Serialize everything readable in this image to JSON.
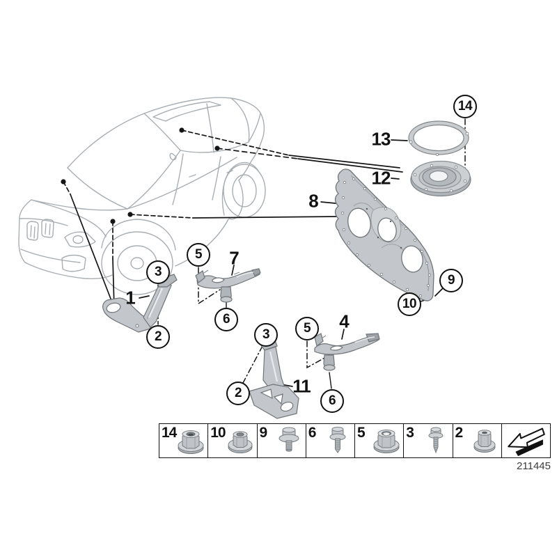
{
  "title": "Body bracket / sound insulation mounting parts diagram",
  "callouts": {
    "circled": [
      {
        "label": "3"
      },
      {
        "label": "2"
      },
      {
        "label": "5"
      },
      {
        "label": "6"
      },
      {
        "label": "3"
      },
      {
        "label": "2"
      },
      {
        "label": "5"
      },
      {
        "label": "6"
      },
      {
        "label": "14"
      },
      {
        "label": "9"
      },
      {
        "label": "10"
      }
    ],
    "plain": [
      {
        "label": "1"
      },
      {
        "label": "7"
      },
      {
        "label": "4"
      },
      {
        "label": "8"
      },
      {
        "label": "11"
      },
      {
        "label": "12"
      },
      {
        "label": "13"
      }
    ]
  },
  "legend": {
    "items": [
      {
        "number": "14",
        "icon": "flange-nut-icon"
      },
      {
        "number": "10",
        "icon": "flange-nut-icon"
      },
      {
        "number": "9",
        "icon": "hex-bolt-icon"
      },
      {
        "number": "6",
        "icon": "hex-screw-icon"
      },
      {
        "number": "5",
        "icon": "flange-nut-icon"
      },
      {
        "number": "3",
        "icon": "tapping-screw-icon"
      },
      {
        "number": "2",
        "icon": "collar-nut-icon"
      },
      {
        "number": "",
        "icon": "direction-arrow-icon"
      }
    ]
  },
  "footer": {
    "diagram_id": "211445"
  },
  "colors": {
    "line_black": "#111111",
    "car_gray": "#a9aeb3",
    "part_gray": "#c3c7cb",
    "part_stroke": "#6f7478"
  }
}
